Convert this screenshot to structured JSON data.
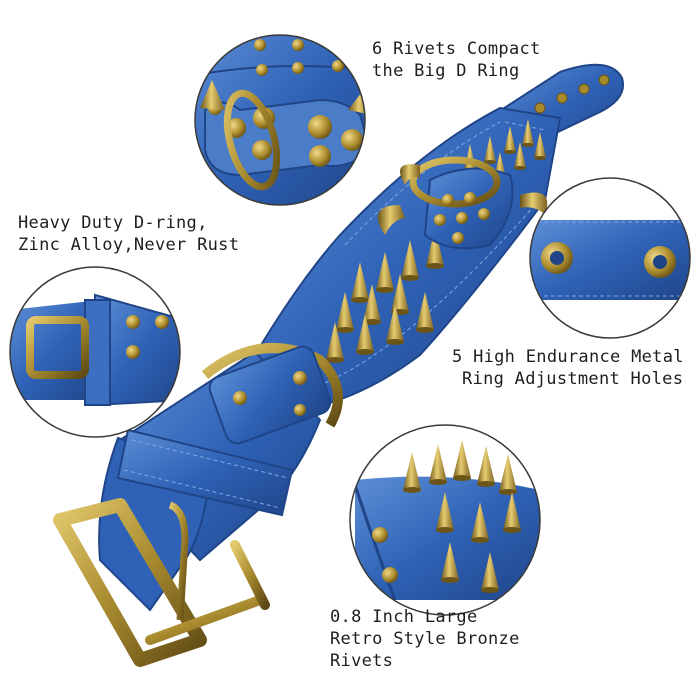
{
  "captions": {
    "rivets_d_ring": [
      "6 Rivets Compact",
      "the Big D Ring"
    ],
    "d_ring": [
      "Heavy Duty D-ring,",
      "Zinc Alloy,Never Rust"
    ],
    "adjust_holes": [
      "5 High Endurance Metal",
      "Ring Adjustment Holes"
    ],
    "spikes": [
      "0.8 Inch Large",
      "Retro Style Bronze",
      "Rivets"
    ]
  },
  "colors": {
    "leather": "#2f62b6",
    "leather_dark": "#1f4588",
    "leather_light": "#5d8fd6",
    "bronze": "#a88a2e",
    "bronze_light": "#d9bd62",
    "bronze_dark": "#6a5418",
    "circle_border": "#3a3a3a"
  }
}
